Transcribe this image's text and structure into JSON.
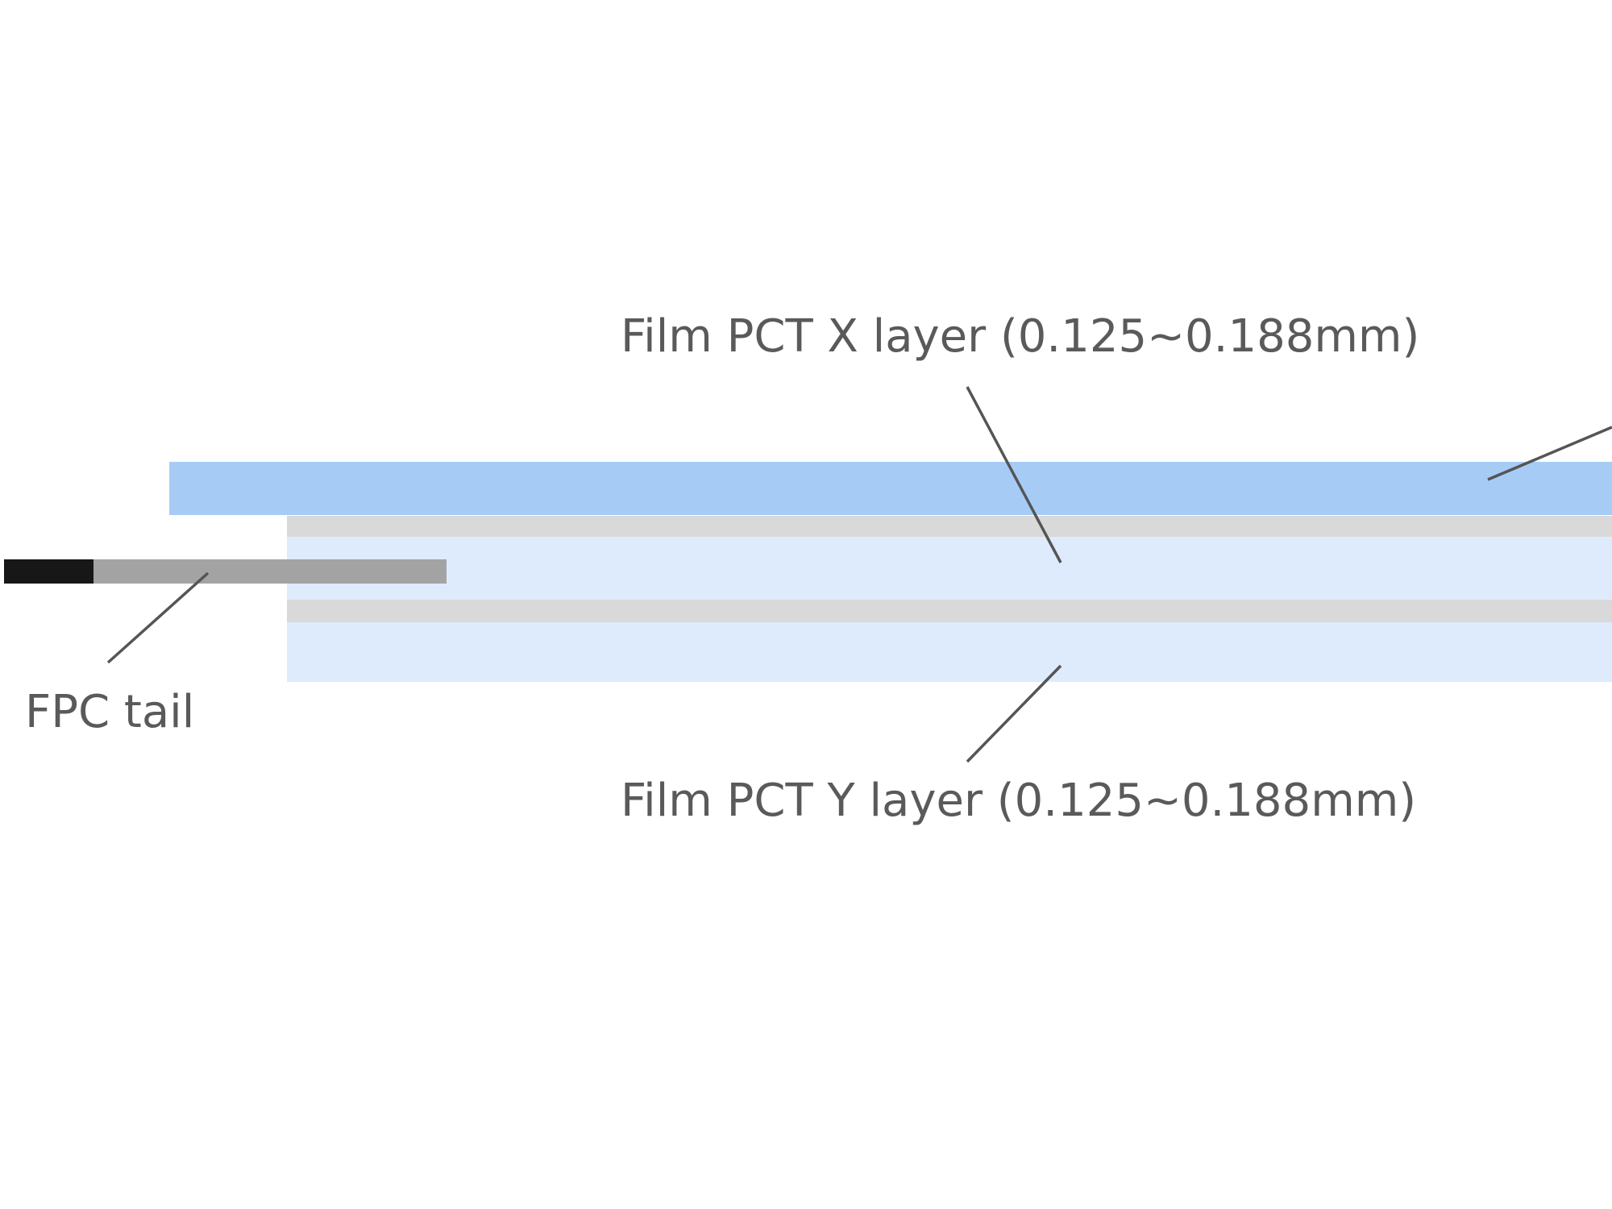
{
  "labels": {
    "film_x_layer": "Film PCT X layer (0.125~0.188mm)",
    "film_y_layer": "Film PCT Y layer (0.125~0.188mm)",
    "fpc_tail": "FPC tail"
  },
  "colors": {
    "top_layer": "#a6ccf6",
    "film_layer": "#deebfc",
    "adhesive_layer": "#d9d9d9",
    "fpc_tail_body": "#a3a3a3",
    "fpc_tail_connector": "#171717",
    "leader_line": "#555555",
    "label_text": "#5a5a5a",
    "background": "#ffffff"
  }
}
